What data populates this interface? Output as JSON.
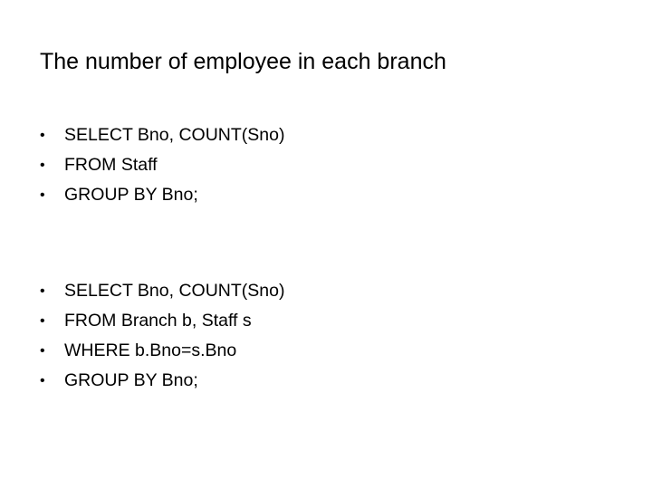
{
  "slide": {
    "title": "The number of employee in each branch",
    "bullet_glyph": "•",
    "query1": [
      "SELECT Bno, COUNT(Sno)",
      "FROM Staff",
      "GROUP BY Bno;"
    ],
    "query2": [
      "SELECT Bno, COUNT(Sno)",
      "FROM Branch b, Staff s",
      "WHERE b.Bno=s.Bno",
      "GROUP BY Bno;"
    ]
  }
}
